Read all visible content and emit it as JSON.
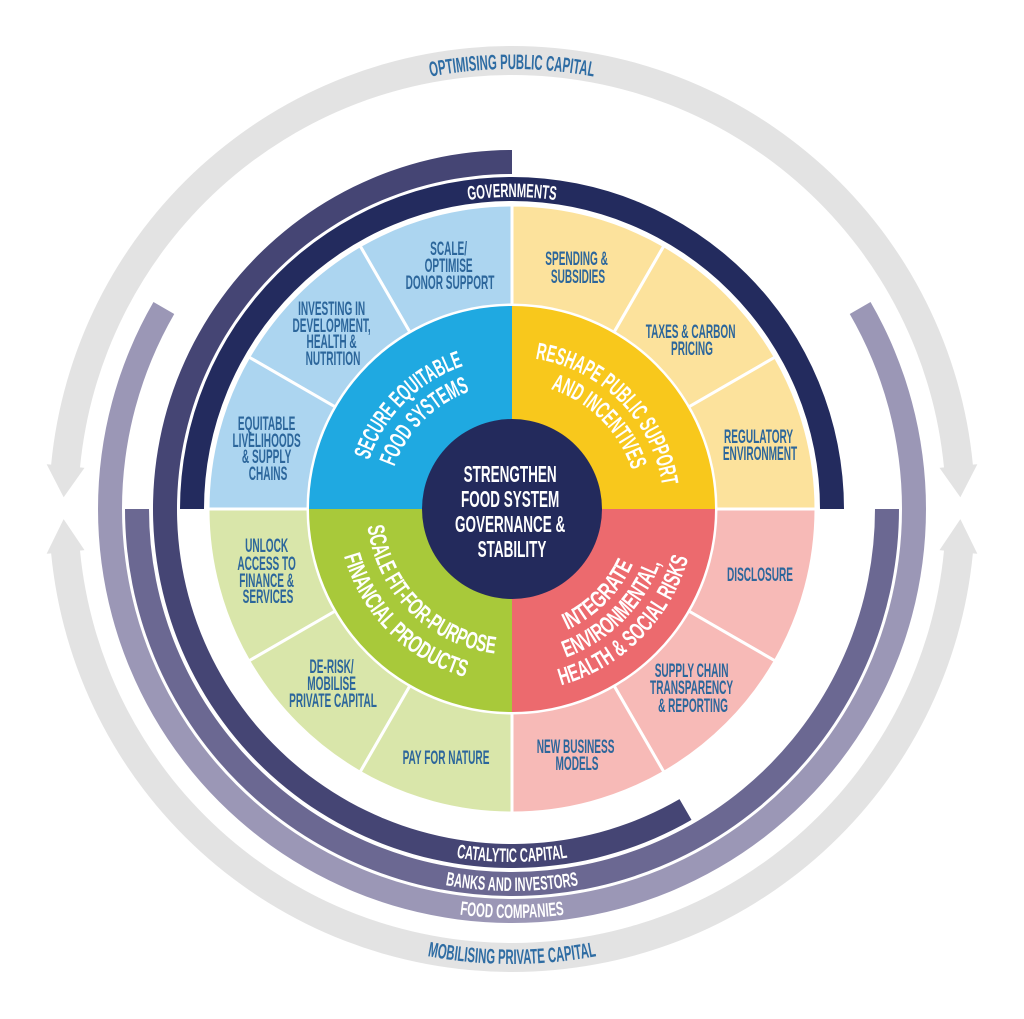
{
  "diagram": {
    "center": {
      "lines": [
        "STRENGTHEN",
        "FOOD SYSTEM",
        "GOVERNANCE &",
        "STABILITY"
      ],
      "color": "#232a5c"
    },
    "pillars": [
      {
        "lines": [
          "SECURE EQUITABLE",
          "FOOD SYSTEMS"
        ],
        "color": "#1fa9e1",
        "light_color": "#acd5f0",
        "levers": [
          {
            "lines": [
              "SCALE/",
              "OPTIMISE",
              "DONOR SUPPORT"
            ]
          },
          {
            "lines": [
              "INVESTING IN",
              "DEVELOPMENT,",
              "HEALTH &",
              "NUTRITION"
            ]
          },
          {
            "lines": [
              "EQUITABLE",
              "LIVELIHOODS",
              "& SUPPLY",
              "CHAINS"
            ]
          }
        ]
      },
      {
        "lines": [
          "RESHAPE PUBLIC SUPPORT",
          "AND INCENTIVES"
        ],
        "color": "#f8c81c",
        "light_color": "#fce29c",
        "levers": [
          {
            "lines": [
              "SPENDING &",
              "SUBSIDIES"
            ]
          },
          {
            "lines": [
              "TAXES & CARBON",
              "PRICING"
            ]
          },
          {
            "lines": [
              "REGULATORY",
              "ENVIRONMENT"
            ]
          }
        ]
      },
      {
        "lines": [
          "SCALE FIT-FOR-PURPOSE",
          "FINANCIAL PRODUCTS"
        ],
        "color": "#a8c93a",
        "light_color": "#d9e6aa",
        "levers": [
          {
            "lines": [
              "UNLOCK",
              "ACCESS TO",
              "FINANCE &",
              "SERVICES"
            ]
          },
          {
            "lines": [
              "DE-RISK/",
              "MOBILISE",
              "PRIVATE CAPITAL"
            ]
          },
          {
            "lines": [
              "PAY FOR NATURE"
            ]
          }
        ]
      },
      {
        "lines": [
          "INTEGRATE",
          "ENVIRONMENTAL,",
          "HEALTH & SOCIAL RISKS"
        ],
        "color": "#ec6a6e",
        "light_color": "#f7bab7",
        "levers": [
          {
            "lines": [
              "DISCLOSURE"
            ]
          },
          {
            "lines": [
              "SUPPLY CHAIN",
              "TRANSPARENCY",
              "& REPORTING"
            ]
          },
          {
            "lines": [
              "NEW BUSINESS",
              "MODELS"
            ]
          }
        ]
      }
    ],
    "actors": [
      {
        "label": "GOVERNMENTS",
        "color": "#232b5e"
      },
      {
        "label": "CATALYTIC CAPITAL",
        "color": "#454574"
      },
      {
        "label": "BANKS AND INVESTORS",
        "color": "#6b6892"
      },
      {
        "label": "FOOD COMPANIES",
        "color": "#9b97b6"
      }
    ],
    "flows": [
      {
        "label": "OPTIMISING PUBLIC CAPITAL"
      },
      {
        "label": "MOBILISING PRIVATE CAPITAL"
      }
    ],
    "colors": {
      "flow_arrow": "#e3e3e3",
      "flow_text": "#2e6ca3",
      "lever_text": "#2c669b",
      "on_dark_text": "#ffffff"
    }
  }
}
